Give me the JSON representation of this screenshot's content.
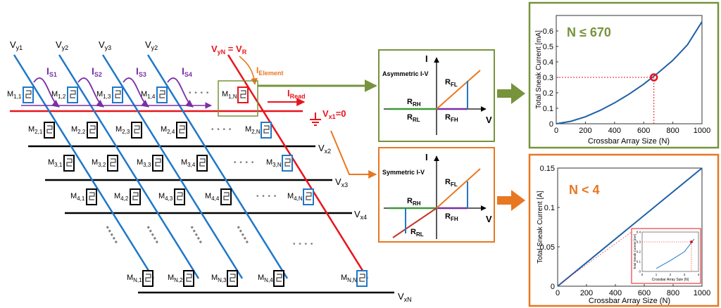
{
  "labels": {
    "vy": [
      {
        "main": "V",
        "sub": "y1"
      },
      {
        "main": "V",
        "sub": "y2"
      },
      {
        "main": "V",
        "sub": "y3"
      },
      {
        "main": "V",
        "sub": "y2"
      }
    ],
    "vyN": {
      "main": "V",
      "sub": "yN",
      "rest": " = V",
      "rsub": "R"
    },
    "currents": [
      {
        "main": "I",
        "sub": "S1"
      },
      {
        "main": "I",
        "sub": "S2"
      },
      {
        "main": "I",
        "sub": "S3"
      },
      {
        "main": "I",
        "sub": "S4"
      }
    ],
    "i_element": {
      "main": "I",
      "sub": "Element"
    },
    "i_read": {
      "main": "I",
      "sub": "Read"
    },
    "vx1": {
      "main": "V",
      "sub": "x1",
      "rest": "=0"
    },
    "vx": [
      {
        "main": "V",
        "sub": "x2"
      },
      {
        "main": "V",
        "sub": "x3"
      },
      {
        "main": "V",
        "sub": "x4"
      },
      {
        "main": "V",
        "sub": "xN"
      }
    ],
    "dots": "• • • •",
    "cells": [
      [
        {
          "a": "1",
          "b": "1"
        },
        {
          "a": "1",
          "b": "2"
        },
        {
          "a": "1",
          "b": "3"
        },
        {
          "a": "1",
          "b": "4"
        },
        {
          "a": "1",
          "b": "N"
        }
      ],
      [
        {
          "a": "2",
          "b": "1"
        },
        {
          "a": "2",
          "b": "2"
        },
        {
          "a": "2",
          "b": "3"
        },
        {
          "a": "2",
          "b": "4"
        },
        {
          "a": "2",
          "b": "N"
        }
      ],
      [
        {
          "a": "3",
          "b": "1"
        },
        {
          "a": "3",
          "b": "2"
        },
        {
          "a": "3",
          "b": "3"
        },
        {
          "a": "3",
          "b": "4"
        },
        {
          "a": "3",
          "b": "N"
        }
      ],
      [
        {
          "a": "4",
          "b": "1"
        },
        {
          "a": "4",
          "b": "2"
        },
        {
          "a": "4",
          "b": "3"
        },
        {
          "a": "4",
          "b": "4"
        },
        {
          "a": "4",
          "b": "N"
        }
      ],
      [
        {
          "a": "N",
          "b": "1"
        },
        {
          "a": "N",
          "b": "2"
        },
        {
          "a": "N",
          "b": "3"
        },
        {
          "a": "N",
          "b": "4"
        },
        {
          "a": "N",
          "b": "N"
        }
      ]
    ],
    "cell_prefix": "M"
  },
  "iv": {
    "asym": {
      "title": "Asymmetric I-V",
      "I": "I",
      "V": "V",
      "r": [
        {
          "m": "R",
          "s": "RH"
        },
        {
          "m": "R",
          "s": "RL"
        },
        {
          "m": "R",
          "s": "FL"
        },
        {
          "m": "R",
          "s": "FH"
        }
      ]
    },
    "sym": {
      "title": "Symmetric I-V",
      "I": "I",
      "V": "V",
      "r": [
        {
          "m": "R",
          "s": "RH"
        },
        {
          "m": "R",
          "s": "RL"
        },
        {
          "m": "R",
          "s": "FL"
        },
        {
          "m": "R",
          "s": "FH"
        }
      ]
    }
  },
  "colors": {
    "blue": "#1f78c8",
    "red": "#e8141c",
    "purple": "#7a2fa6",
    "orange": "#e87722",
    "green": "#77933c",
    "black": "#000000",
    "gray": "#808080"
  },
  "chart_data": [
    {
      "type": "line",
      "title": "N ≤ 670",
      "xlabel": "Crossbar Array Size (N)",
      "ylabel": "Total Sneak Current [mA]",
      "xlim": [
        0,
        1000
      ],
      "ylim": [
        0,
        0.7
      ],
      "xticks": [
        "0",
        "200",
        "400",
        "600",
        "800",
        "1000"
      ],
      "yticks": [
        "0",
        "0.1",
        "0.2",
        "0.3",
        "0.4",
        "0.5",
        "0.6"
      ],
      "x": [
        0,
        100,
        200,
        300,
        400,
        500,
        600,
        700,
        800,
        900,
        1000
      ],
      "y": [
        0,
        0.016,
        0.045,
        0.086,
        0.135,
        0.192,
        0.256,
        0.33,
        0.41,
        0.51,
        0.66
      ],
      "marker": {
        "x": 670,
        "y": 0.3
      },
      "grid": false
    },
    {
      "type": "line",
      "title": "N < 4",
      "xlabel": "Crossbar Array Size (N)",
      "ylabel": "Total Sneak Current [A]",
      "xlim": [
        0,
        1000
      ],
      "ylim": [
        0,
        0.15
      ],
      "xticks": [
        "0",
        "200",
        "400",
        "600",
        "800",
        "1000"
      ],
      "yticks": [
        "0",
        "0.05",
        "0.1",
        "0.15"
      ],
      "x": [
        0,
        1000
      ],
      "y": [
        0,
        0.15
      ],
      "grid": false,
      "inset": {
        "xlabel": "Crossbar Array Size (N)",
        "ylabel": "Total Sneak Current [mA]",
        "xticks": [
          "0",
          "1",
          "2",
          "3",
          "4"
        ],
        "yticks": [
          "0",
          "0.1",
          "0.2",
          "0.3",
          "0.4"
        ],
        "xlim": [
          0,
          4
        ],
        "ylim": [
          0,
          0.4
        ],
        "x": [
          1,
          2,
          3,
          3.7
        ],
        "y": [
          0.03,
          0.11,
          0.2,
          0.33
        ],
        "marker": {
          "x": 3.5,
          "y": 0.3
        }
      }
    }
  ]
}
